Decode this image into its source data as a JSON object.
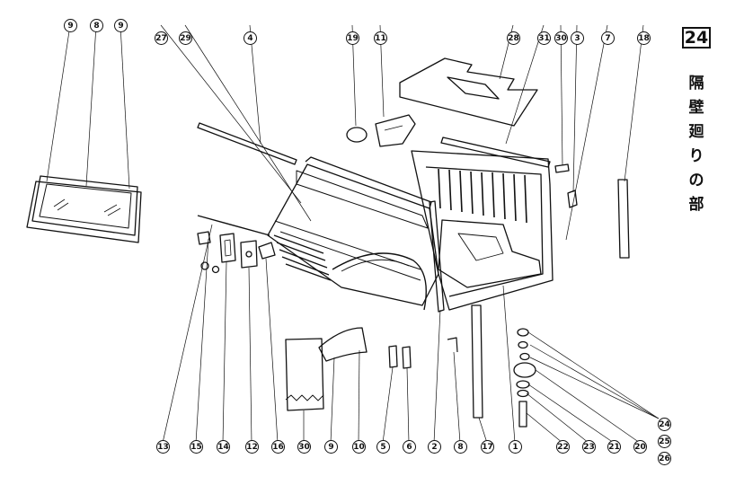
{
  "page_number": "24",
  "section_title": [
    "隔",
    "壁",
    "廻",
    "り",
    "の",
    "部"
  ],
  "callouts": {
    "top_9a": "9",
    "top_8": "8",
    "top_9b": "9",
    "top_27": "27",
    "top_29": "29",
    "top_4": "4",
    "top_19": "19",
    "top_11": "11",
    "top_28": "28",
    "top_31": "31",
    "top_30": "30",
    "top_3": "3",
    "top_7": "7",
    "top_18": "18",
    "bot_13": "13",
    "bot_15": "15",
    "bot_14": "14",
    "bot_12": "12",
    "bot_16": "16",
    "bot_30": "30",
    "bot_9": "9",
    "bot_10": "10",
    "bot_5": "5",
    "bot_6": "6",
    "bot_2": "2",
    "bot_8": "8",
    "bot_17": "17",
    "bot_1": "1",
    "bot_22": "22",
    "bot_23": "23",
    "bot_21": "21",
    "bot_20": "20",
    "right_24": "24",
    "right_25": "25",
    "right_26": "26"
  }
}
